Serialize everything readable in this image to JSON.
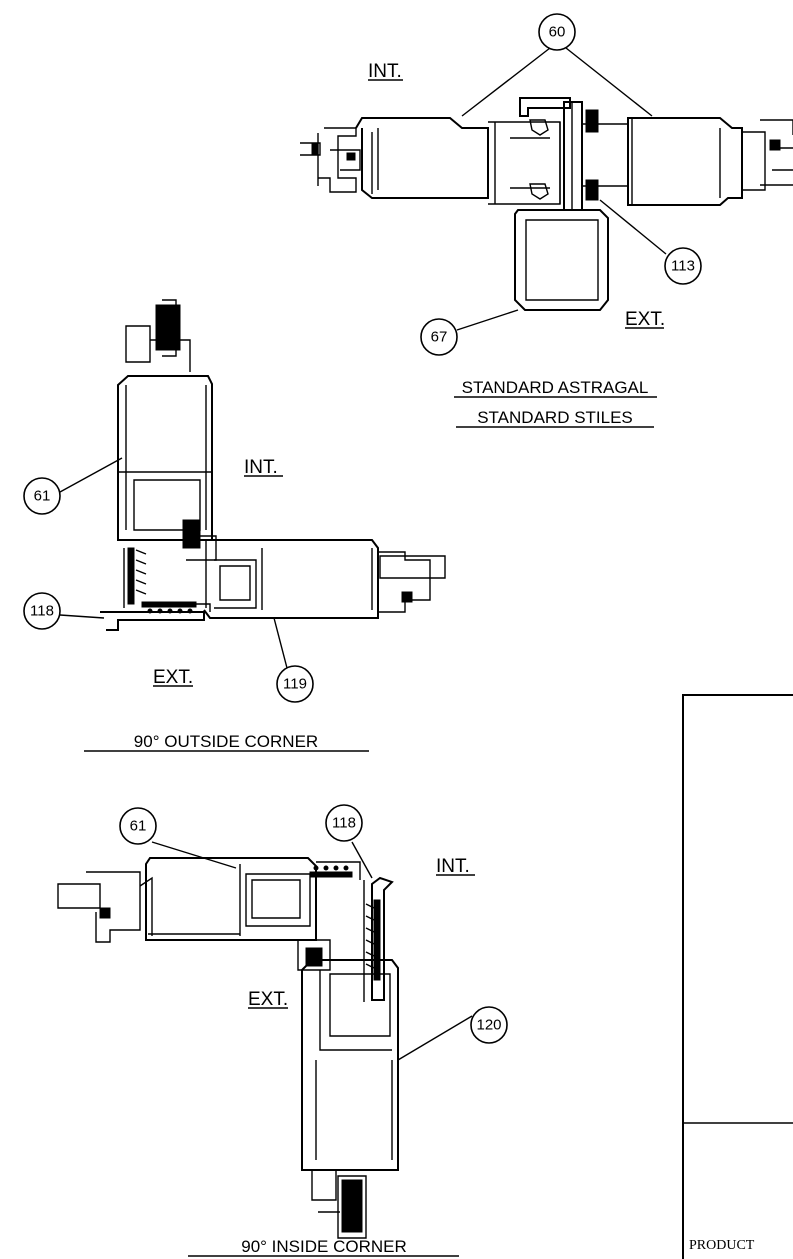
{
  "sections": {
    "astragal": {
      "title_line1": "STANDARD ASTRAGAL",
      "title_line2": "STANDARD STILES",
      "int": "INT.",
      "ext": "EXT."
    },
    "outside_corner": {
      "title": "90° OUTSIDE CORNER",
      "int": "INT.",
      "ext": "EXT."
    },
    "inside_corner": {
      "title": "90° INSIDE CORNER",
      "int": "INT.",
      "ext": "EXT."
    }
  },
  "callouts": {
    "astragal_60": "60",
    "astragal_113": "113",
    "astragal_67": "67",
    "outside_61": "61",
    "outside_118": "118",
    "outside_119": "119",
    "inside_61": "61",
    "inside_118": "118",
    "inside_120": "120"
  },
  "title_block": {
    "text": "PRODUCT"
  }
}
